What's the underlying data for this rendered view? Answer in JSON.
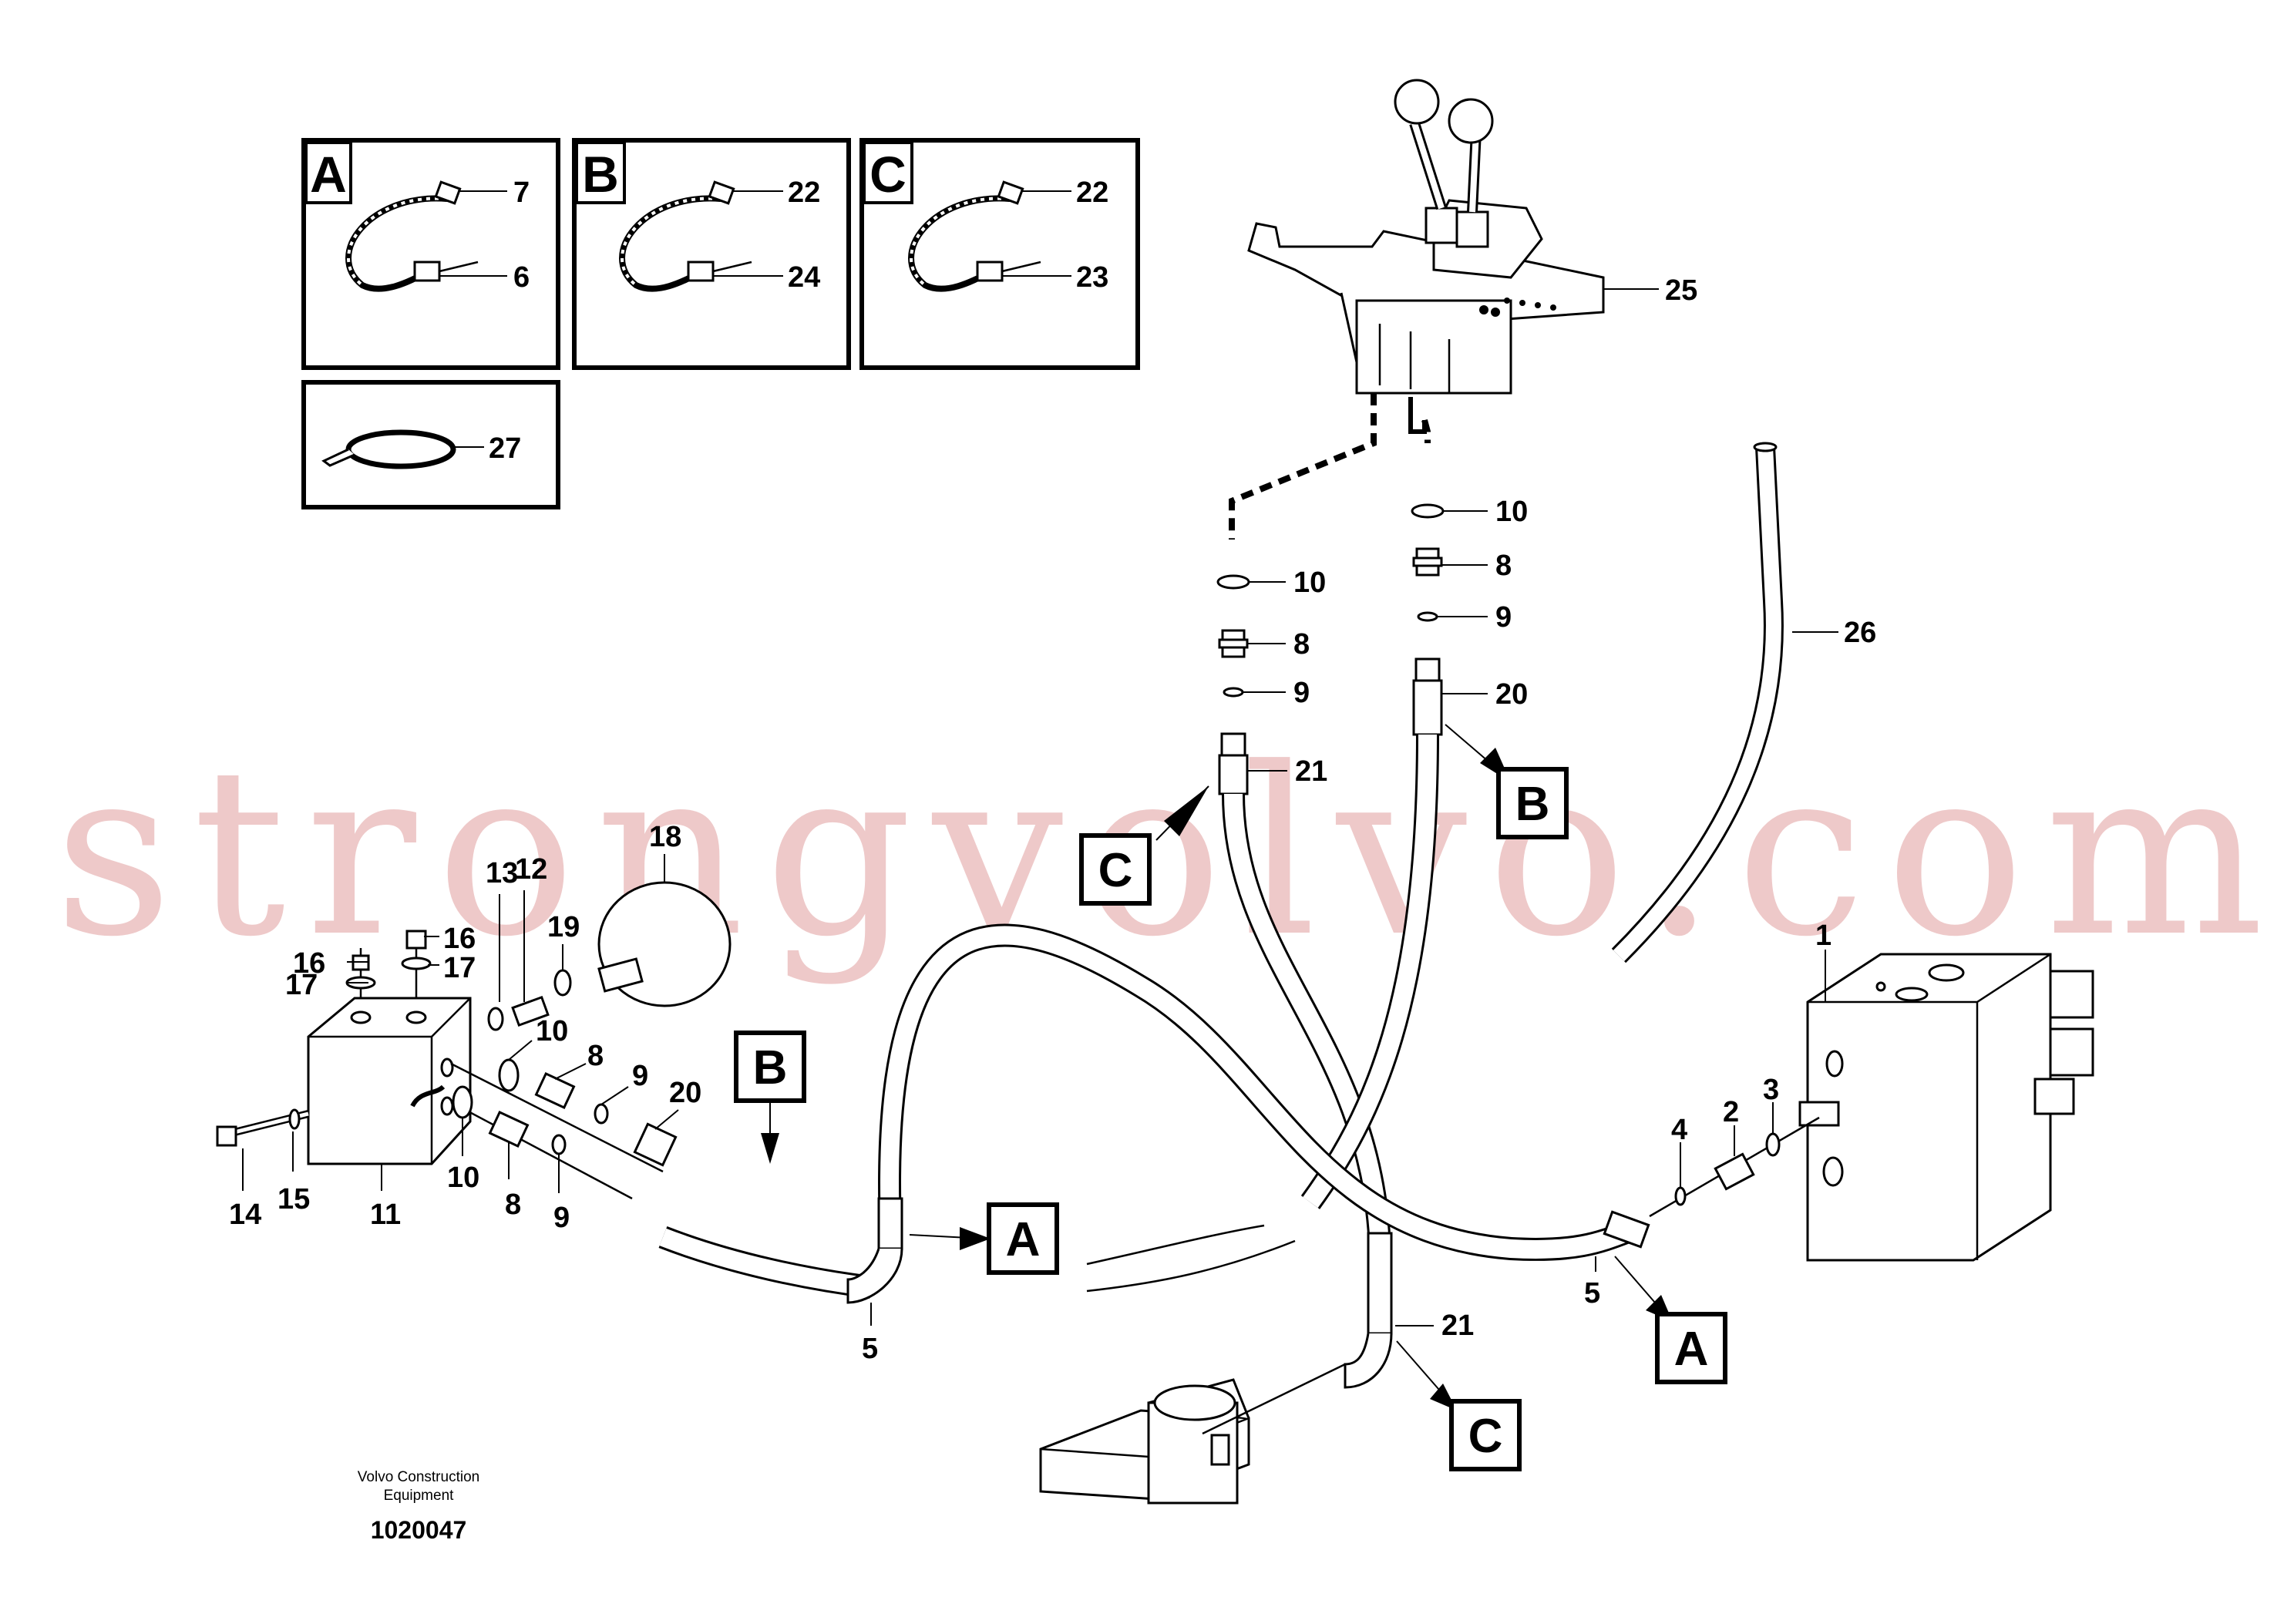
{
  "insets": [
    {
      "letter": "A",
      "labels": [
        "7",
        "6"
      ]
    },
    {
      "letter": "B",
      "labels": [
        "22",
        "24"
      ]
    },
    {
      "letter": "C",
      "labels": [
        "22",
        "23"
      ]
    },
    {
      "letter": "",
      "labels": [
        "27"
      ]
    }
  ],
  "callouts": {
    "c25": "25",
    "c26": "26",
    "c1": "1",
    "c10a": "10",
    "c8a": "8",
    "c9a": "9",
    "c21a": "21",
    "c10b": "10",
    "c8b": "8",
    "c9b": "9",
    "c20b": "20",
    "c18": "18",
    "c13": "13",
    "c12": "12",
    "c19": "19",
    "c16a": "16",
    "c17a": "17",
    "c16b": "16",
    "c17b": "17",
    "c10c": "10",
    "c8c": "8",
    "c9c": "9",
    "c20c": "20",
    "c14": "14",
    "c15": "15",
    "c11": "11",
    "c10d": "10",
    "c8d": "8",
    "c9d": "9",
    "c5a": "5",
    "c5b": "5",
    "c21b": "21",
    "c4": "4",
    "c2": "2",
    "c3": "3"
  },
  "ref_boxes": {
    "C_top": "C",
    "B_right": "B",
    "B_left": "B",
    "A_mid": "A",
    "A_right": "A",
    "C_bottom": "C"
  },
  "footer": {
    "line1": "Volvo Construction",
    "line2": "Equipment",
    "number": "1020047"
  },
  "watermark": "strongvolvo.com"
}
